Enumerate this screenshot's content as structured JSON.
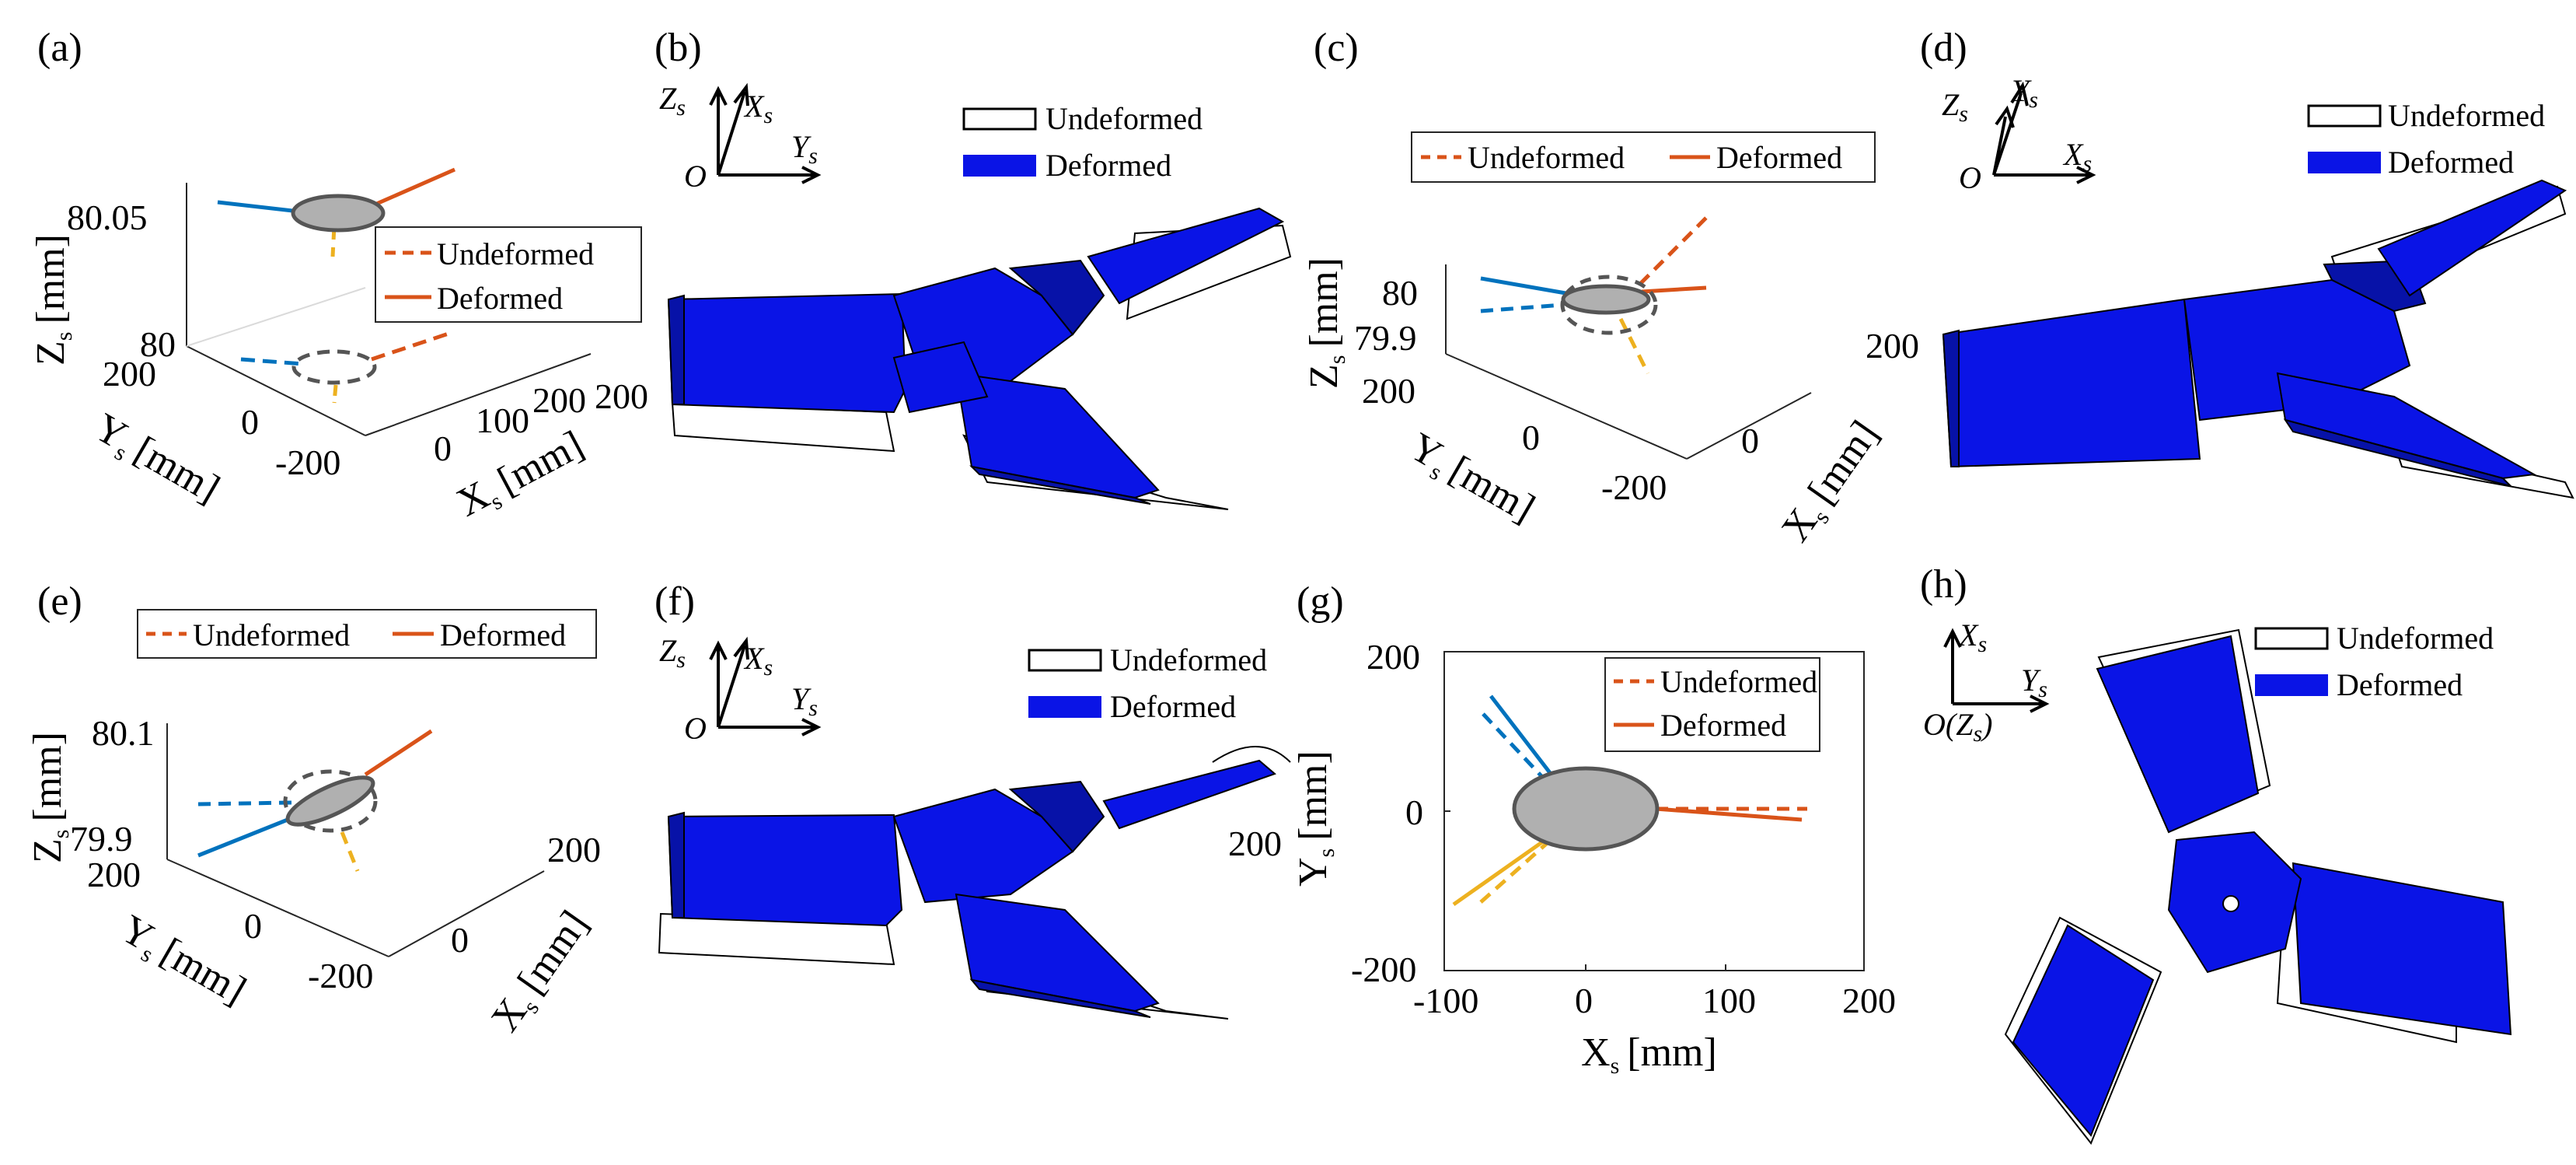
{
  "colors": {
    "undeformed": "#d95319",
    "deformed": "#d95319",
    "blade_blue": "#0072bd",
    "blade_yellow": "#edb120",
    "hub_gray": "#b0b0b0",
    "model_blue": "#0a14e6",
    "outline": "#000000"
  },
  "panels": {
    "a": {
      "label": "(a)",
      "legend": [
        "Undeformed",
        "Deformed"
      ],
      "z_ticks": [
        "80.05",
        "80"
      ],
      "y_ticks": [
        "200",
        "0",
        "-200"
      ],
      "x_ticks": [
        "0",
        "100",
        "200"
      ],
      "zlabel": "Z",
      "zlabel_sub": "s",
      "zlabel_unit": "[mm]",
      "ylabel": "Y",
      "ylabel_sub": "s",
      "ylabel_unit": "[mm]",
      "xlabel": "X",
      "xlabel_sub": "s",
      "xlabel_unit": "[mm]"
    },
    "b": {
      "label": "(b)",
      "legend": [
        "Undeformed",
        "Deformed"
      ],
      "axes": {
        "z": "Z",
        "z_sub": "s",
        "x": "X",
        "x_sub": "s",
        "y": "Y",
        "y_sub": "s",
        "origin": "O"
      }
    },
    "c": {
      "label": "(c)",
      "legend": [
        "Undeformed",
        "Deformed"
      ],
      "z_ticks": [
        "80",
        "79.9",
        "200"
      ],
      "y_ticks": [
        "0",
        "-200"
      ],
      "x_ticks": [
        "0"
      ],
      "zlabel": "Z",
      "zlabel_sub": "s",
      "zlabel_unit": "[mm]",
      "ylabel": "Y",
      "ylabel_sub": "s",
      "ylabel_unit": "[mm]",
      "xlabel": "X",
      "xlabel_sub": "s",
      "xlabel_unit": "[mm]"
    },
    "d": {
      "label": "(d)",
      "legend": [
        "Undeformed",
        "Deformed"
      ],
      "tick": "200",
      "axes": {
        "z": "Z",
        "z_sub": "s",
        "y": "Y",
        "y_sub": "s",
        "x": "X",
        "x_sub": "s",
        "origin": "O"
      }
    },
    "e": {
      "label": "(e)",
      "legend": [
        "Undeformed",
        "Deformed"
      ],
      "z_ticks": [
        "80.1",
        "79.9",
        "200"
      ],
      "y_ticks": [
        "0",
        "-200"
      ],
      "x_ticks": [
        "0",
        "200"
      ],
      "zlabel": "Z",
      "zlabel_sub": "s",
      "zlabel_unit": "[mm]",
      "ylabel": "Y",
      "ylabel_sub": "s",
      "ylabel_unit": "[mm]",
      "xlabel": "X",
      "xlabel_sub": "s",
      "xlabel_unit": "[mm]"
    },
    "f": {
      "label": "(f)",
      "legend": [
        "Undeformed",
        "Deformed"
      ],
      "axes": {
        "z": "Z",
        "z_sub": "s",
        "x": "X",
        "x_sub": "s",
        "y": "Y",
        "y_sub": "s",
        "origin": "O"
      }
    },
    "g": {
      "label": "(g)",
      "legend": [
        "Undeformed",
        "Deformed"
      ],
      "y_ticks": [
        "200",
        "0",
        "-200"
      ],
      "x_ticks": [
        "-100",
        "0",
        "100",
        "200"
      ],
      "ylabel": "Y",
      "ylabel_sub": "s",
      "ylabel_unit": "[mm]",
      "xlabel": "X",
      "xlabel_sub": "s",
      "xlabel_unit": "[mm]"
    },
    "h": {
      "label": "(h)",
      "legend": [
        "Undeformed",
        "Deformed"
      ],
      "axes": {
        "x": "X",
        "x_sub": "s",
        "y": "Y",
        "y_sub": "s",
        "origin": "O(Z",
        "origin_sub": "s",
        "origin_close": ")"
      }
    }
  }
}
